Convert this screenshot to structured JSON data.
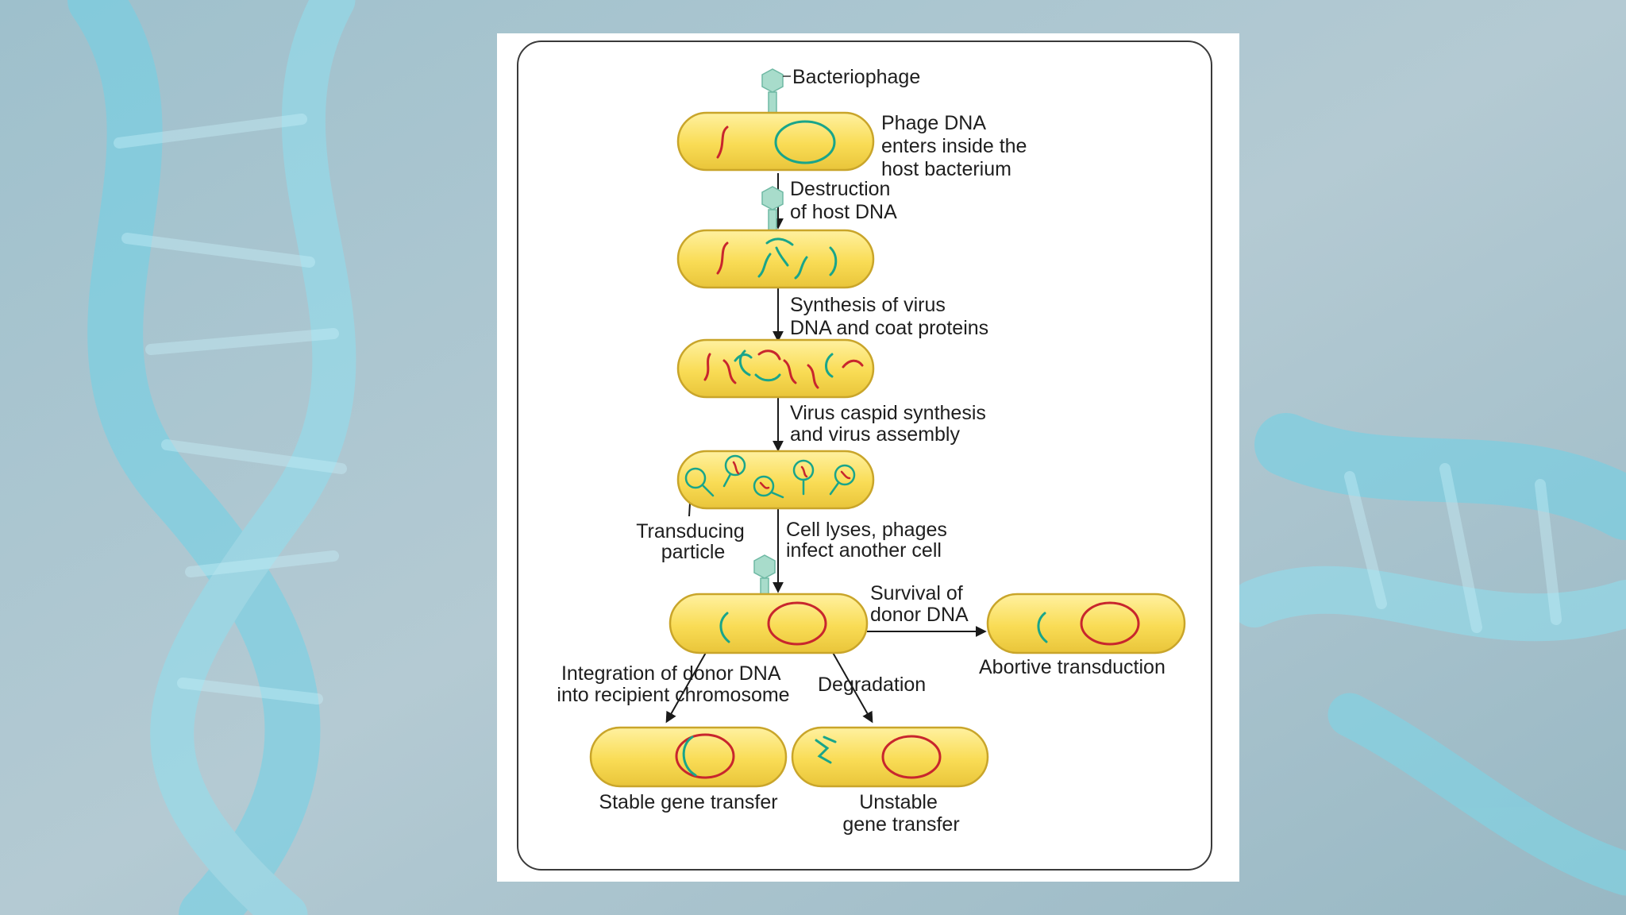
{
  "colors": {
    "cell_fill": "#f9dc55",
    "cell_stroke": "#c9a52a",
    "viral_dna": "#19a58a",
    "donor_dna": "#c8262d",
    "phage": "#a8dccb",
    "background": "#a9c4cf"
  },
  "labels": {
    "bacteriophage": "Bacteriophage",
    "phage_dna_enters": [
      "Phage DNA",
      "enters inside the",
      "host bacterium"
    ],
    "destruction": [
      "Destruction",
      "of host DNA"
    ],
    "synthesis": [
      "Synthesis of virus",
      "DNA and coat proteins"
    ],
    "caspid": [
      "Virus caspid synthesis",
      "and virus assembly"
    ],
    "transducing": [
      "Transducing",
      "particle"
    ],
    "lyses": [
      "Cell lyses, phages",
      "infect another cell"
    ],
    "survival": [
      "Survival of",
      "donor DNA"
    ],
    "abortive": "Abortive transduction",
    "integration": [
      "Integration of donor DNA",
      "into recipient chromosome"
    ],
    "degradation": "Degradation",
    "stable": "Stable gene transfer",
    "unstable": [
      "Unstable",
      "gene transfer"
    ]
  }
}
